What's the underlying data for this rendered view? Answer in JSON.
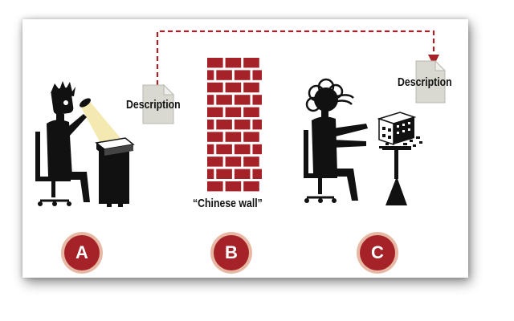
{
  "actor_a": {
    "badge": "A",
    "document_label": "Description"
  },
  "barrier": {
    "badge": "B",
    "caption": "“Chinese wall”"
  },
  "actor_c": {
    "badge": "C",
    "document_label": "Description"
  },
  "colors": {
    "brick": "#a52228",
    "mortar": "#ffffff",
    "badge_fill": "#a52228",
    "badge_ring": "#e7b9a4",
    "arrow": "#a52228",
    "document": "#d9d9d2",
    "figure": "#111111",
    "lamp_light": "#f3e7a8"
  },
  "icons": [
    "document-icon",
    "person-at-desk-icon",
    "lamp-icon",
    "brick-wall-icon",
    "building-model-icon",
    "arrow-icon"
  ]
}
